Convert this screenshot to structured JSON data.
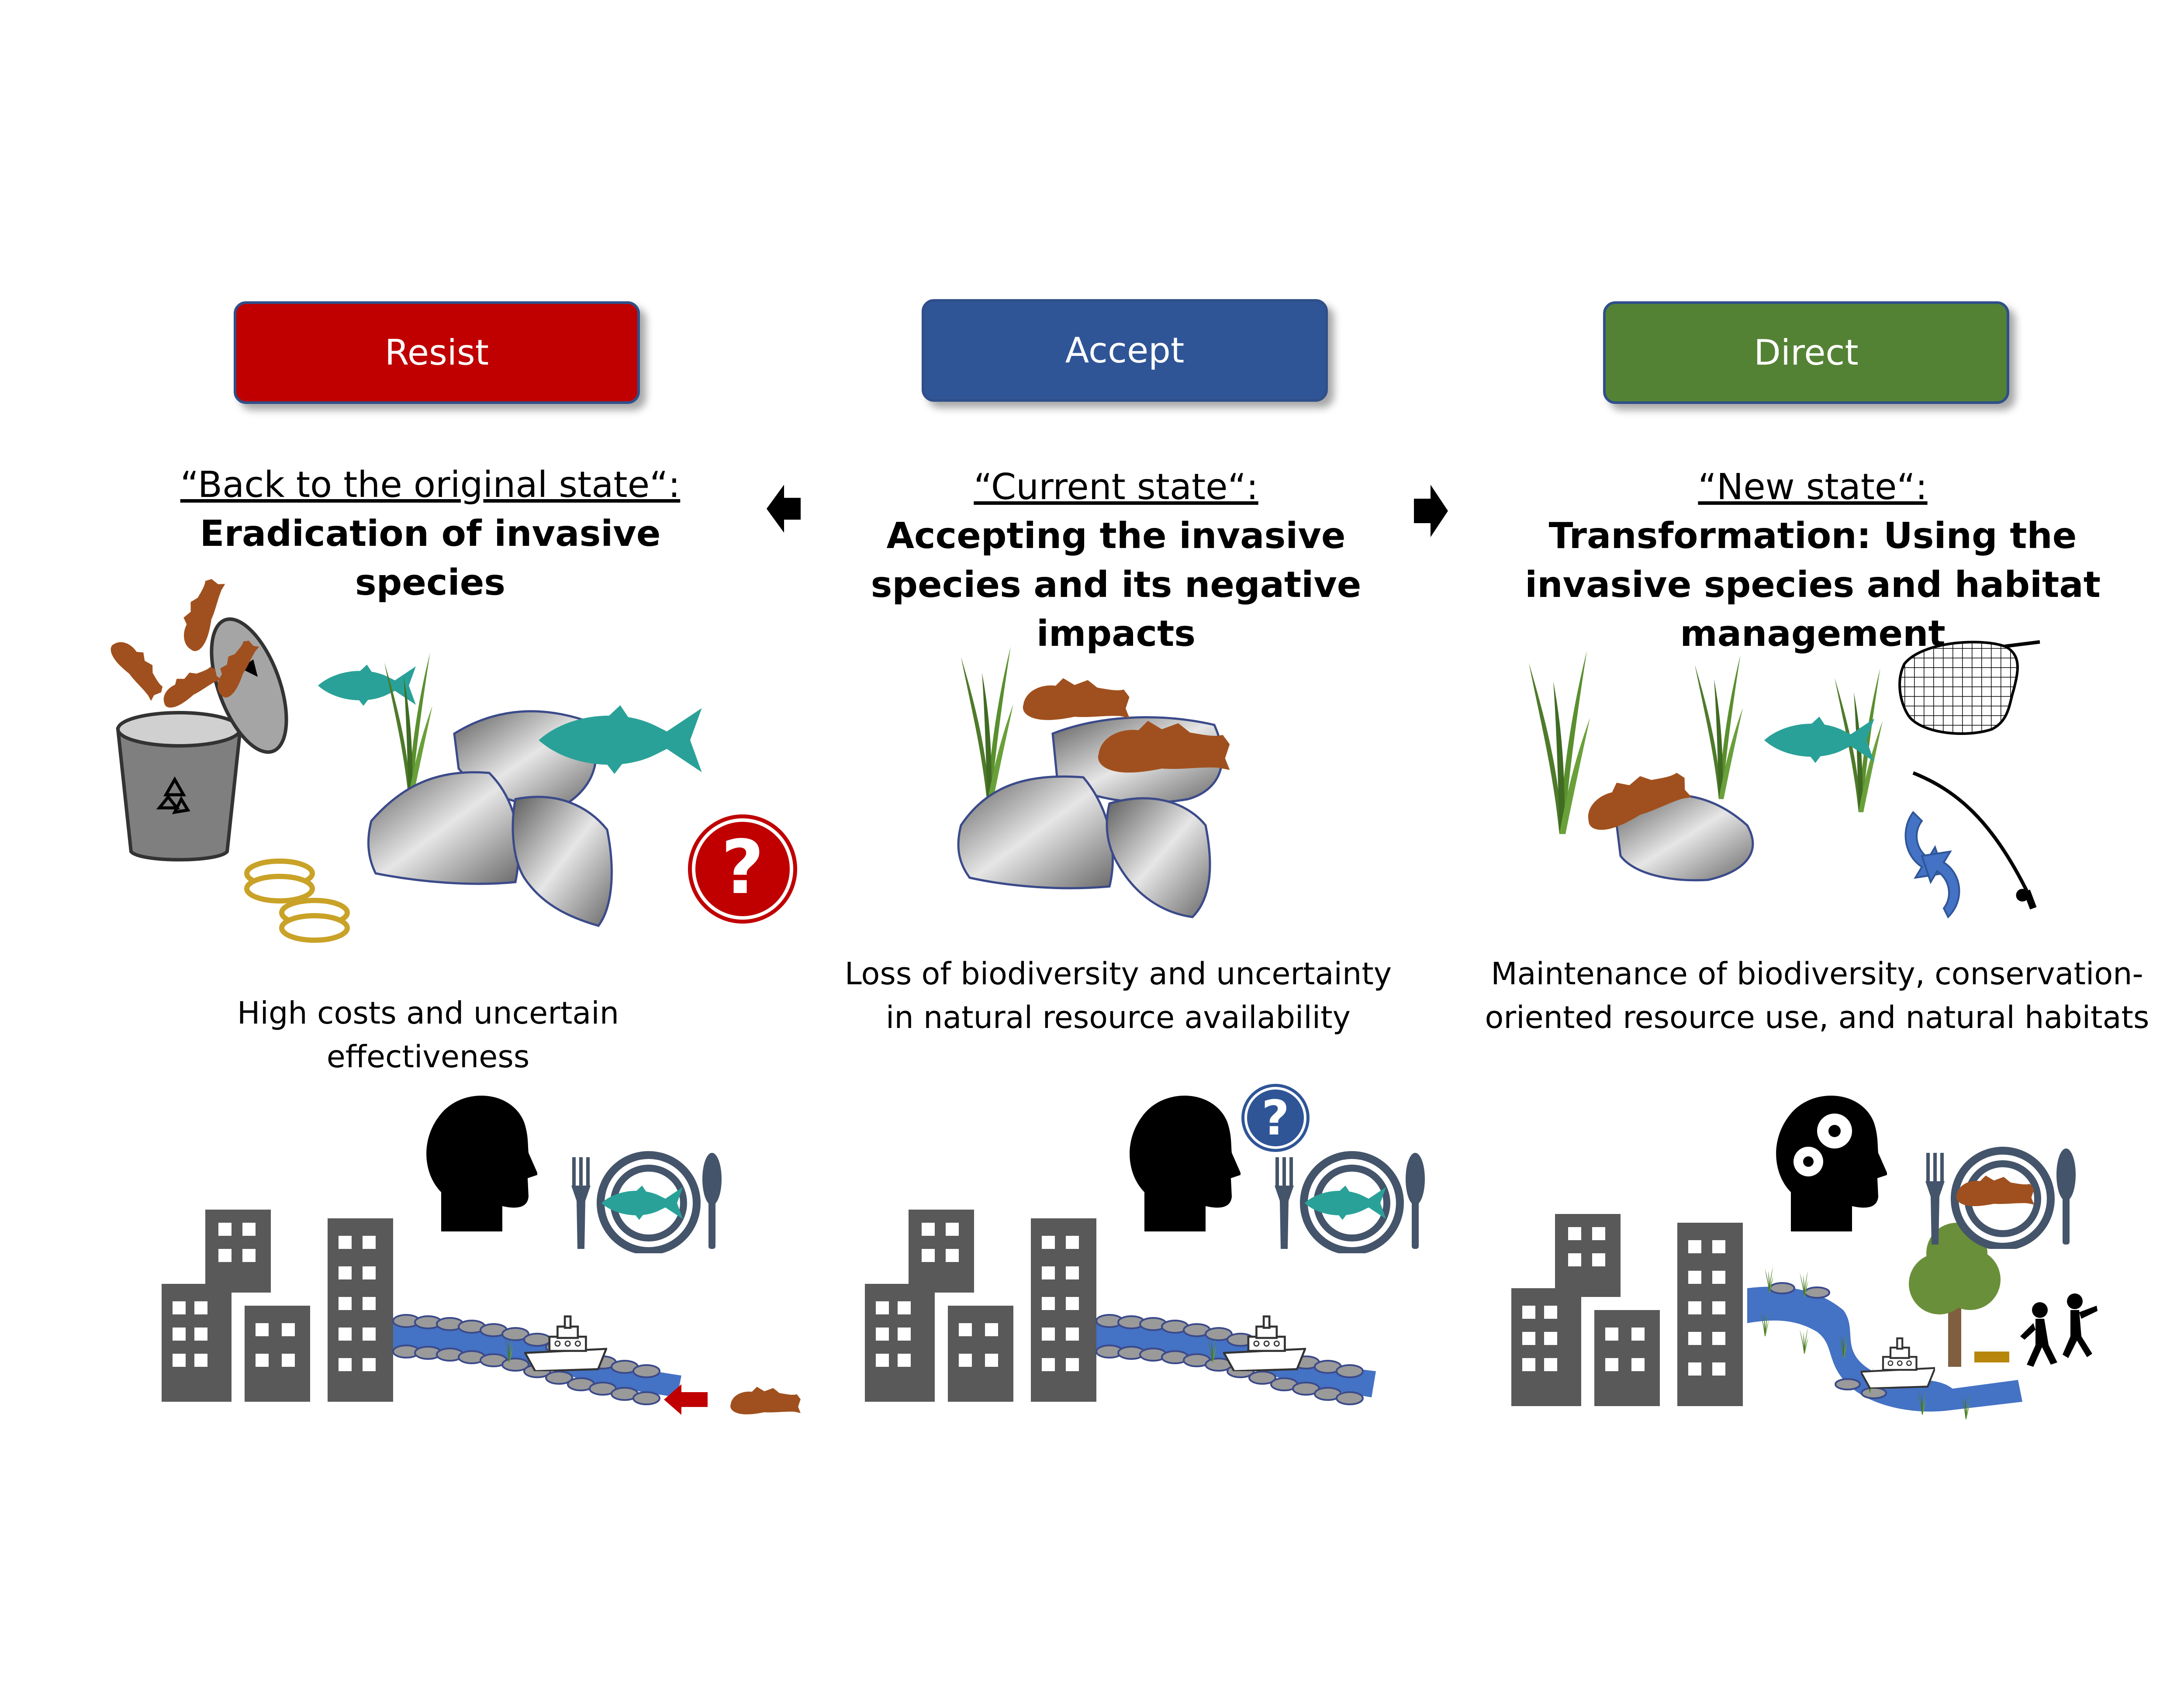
{
  "columns": [
    {
      "id": "resist",
      "header": "Resist",
      "color": "#c00000",
      "state_quote": "“Back to the original state“:",
      "state_bold": "Eradication of invasive species",
      "description": "High costs and uncertain effectiveness"
    },
    {
      "id": "accept",
      "header": "Accept",
      "color": "#2f5597",
      "state_quote": "“Current state“:",
      "state_bold": "Accepting the invasive species and its negative impacts",
      "description": "Loss of biodiversity and uncertainty in natural resource availability"
    },
    {
      "id": "direct",
      "header": "Direct",
      "color": "#548235",
      "state_quote": "“New state“:",
      "state_bold": "Transformation: Using the invasive species and habitat management",
      "description": "Maintenance of biodiversity, conservation-oriented resource use, and natural habitats"
    }
  ],
  "icons": {
    "resist_scene": [
      "trash-bin-icon",
      "coins-icon",
      "fish-icon",
      "stones-icon",
      "question-icon",
      "city-icon",
      "head-icon",
      "plate-icon",
      "river-icon",
      "red-arrow-icon"
    ],
    "accept_scene": [
      "stones-icon",
      "goby-icon",
      "head-icon",
      "question-icon",
      "plate-icon",
      "city-icon",
      "river-icon"
    ],
    "direct_scene": [
      "net-icon",
      "fishing-rod-icon",
      "cycle-arrows-icon",
      "head-gears-icon",
      "plate-icon",
      "city-icon",
      "tree-icon",
      "people-icon"
    ]
  },
  "palette": {
    "goby": "#a0501e",
    "native_fish": "#2aa198",
    "stone": "#9a9a9a",
    "building": "#595959",
    "river": "#4472c4",
    "grass": "#4e7a2a",
    "coin": "#c9a227"
  }
}
